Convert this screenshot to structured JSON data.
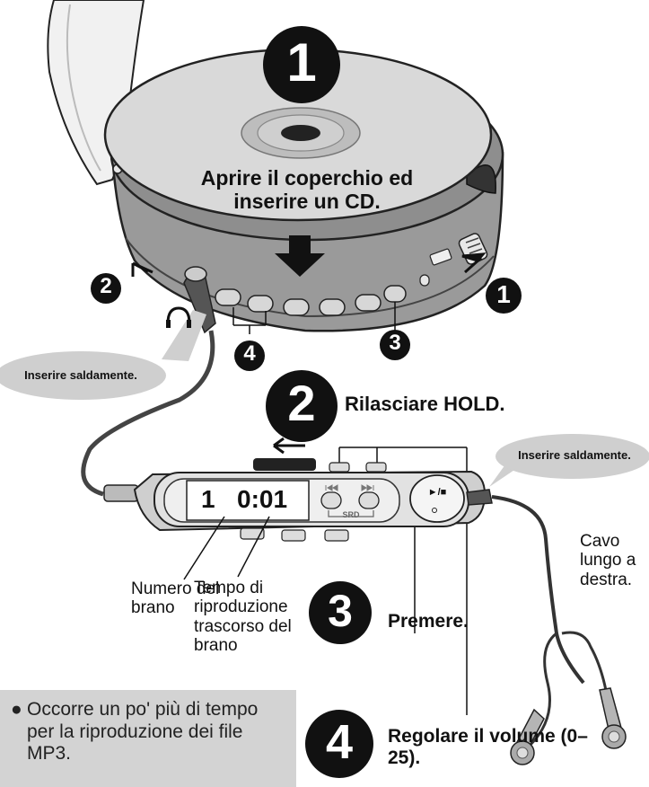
{
  "steps": {
    "step1": {
      "number": "1",
      "instruction": "Aprire il coperchio ed inserire un CD.",
      "lid_callout": "1"
    },
    "step2": {
      "number": "2",
      "instruction": "Rilasciare HOLD.",
      "callout": "2"
    },
    "step3": {
      "number": "3",
      "instruction": "Premere.",
      "callout": "3"
    },
    "step4": {
      "number": "4",
      "instruction": "Regolare il volume (0–25).",
      "callout": "4"
    }
  },
  "bubbles": {
    "left": "Inserire saldamente.",
    "right": "Inserire saldamente."
  },
  "remote": {
    "track": "1",
    "time": "0:01",
    "srd_label": "SRD",
    "play_label": "►/■"
  },
  "labels": {
    "track_number": "Numero del brano",
    "elapsed_time": "Tempo di riproduzione trascorso del brano",
    "cable": "Cavo lungo a destra."
  },
  "note": {
    "text": "Occorre un po' più di tempo per la riproduzione dei file MP3."
  },
  "colors": {
    "player_body": "#9a9a9a",
    "disc": "#d8d8d8",
    "step_circle": "#111111",
    "note_box": "#d3d3d3",
    "bubble": "#cfcfcf"
  },
  "icons": [
    "headphone-icon",
    "down-arrow-icon",
    "left-arrow-icon",
    "prev-icon",
    "next-icon"
  ]
}
